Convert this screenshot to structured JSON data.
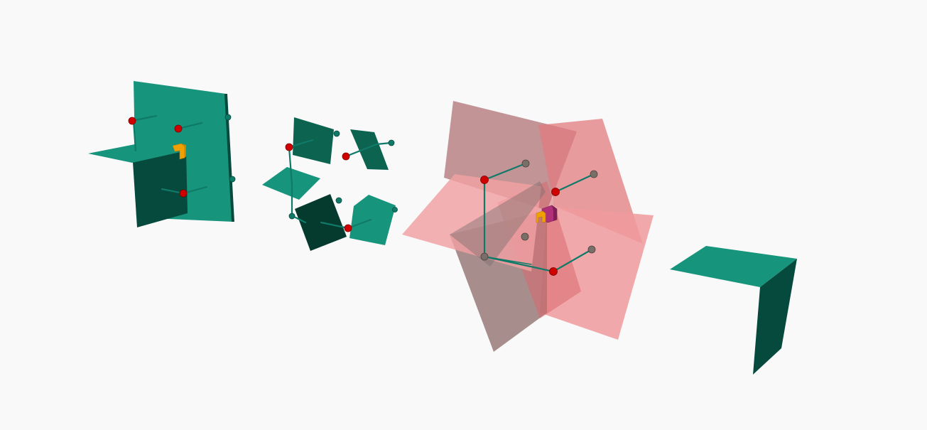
{
  "viewer": {
    "background_color": "#f9f9f9"
  },
  "colors": {
    "teal_light": "#16947c",
    "teal_mid": "#0c6450",
    "teal_dark": "#064a3d",
    "teal_darkest": "#053a2e",
    "pink_light": "#f09a9c",
    "pink_mid": "#e07b7e",
    "pink_mauve": "#b47a7d",
    "pink_gray": "#9a7a7a",
    "atom_red": "#d00000",
    "atom_teal": "#0f7a68",
    "atom_gray": "#7a6e68",
    "marker_orange": "#f0a000",
    "marker_magenta": "#b0307a"
  },
  "assemblies": [
    {
      "name": "paired-sheet-assembly",
      "atom_count": 6,
      "marker": "orange-marker-icon"
    },
    {
      "name": "split-fragment-assembly",
      "atom_count": 8
    },
    {
      "name": "translucent-star-assembly",
      "atom_count": 10,
      "marker": "magenta-marker-icon"
    },
    {
      "name": "bent-sheet",
      "atom_count": 0
    }
  ]
}
